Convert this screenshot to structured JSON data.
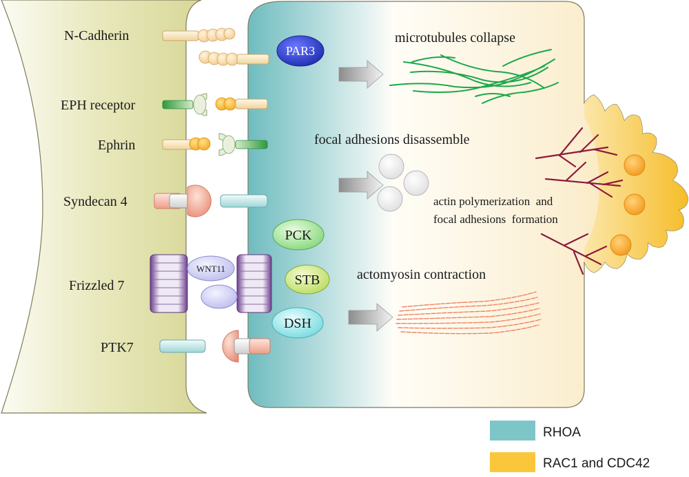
{
  "receptors": {
    "n_cadherin": "N-Cadherin",
    "eph_receptor": "EPH receptor",
    "ephrin": "Ephrin",
    "syndecan4": "Syndecan 4",
    "frizzled7": "Frizzled 7",
    "wnt11": "WNT11",
    "ptk7": "PTK7"
  },
  "effectors": {
    "par3": "PAR3",
    "pck": "PCK",
    "stb": "STB",
    "dsh": "DSH"
  },
  "outcomes": {
    "microtubules": "microtubules collapse",
    "focal_disassemble": "focal adhesions disassemble",
    "actin_line1": "actin polymerization  and",
    "actin_line2": "focal adhesions  formation",
    "actomyosin": "actomyosin contraction"
  },
  "legend": {
    "rhoa": "RHOA",
    "rac1_cdc42": "RAC1 and CDC42"
  },
  "colors": {
    "left_cell": "#dcdca0",
    "rhoa": "#7ec5c8",
    "rac1_cdc42": "#fbc73a",
    "par3": "#2d3fc4",
    "green_effector": "#8fe08f",
    "dsh": "#7fdde0",
    "microtubule": "#1aa84a",
    "actin": "#8b1a3a",
    "actomyosin": "#f08060"
  }
}
